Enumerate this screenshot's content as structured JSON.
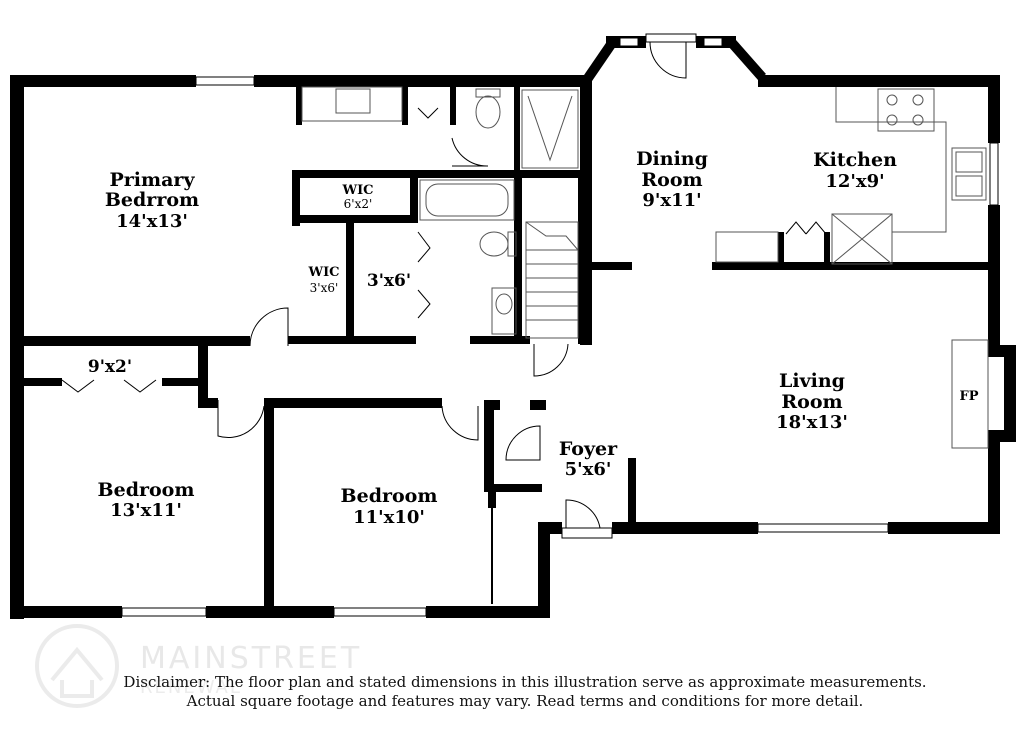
{
  "rooms": {
    "primary_bedroom": {
      "name_line1": "Primary",
      "name_line2": "Bedrrom",
      "dim": "14'x13'"
    },
    "wic_top": {
      "name": "WIC",
      "dim": "6'x2'"
    },
    "wic_left": {
      "name": "WIC",
      "dim": "3'x6'"
    },
    "closet_mid": {
      "dim": "3'x6'"
    },
    "hall_closet": {
      "dim": "9'x2'"
    },
    "dining_room": {
      "name_line1": "Dining",
      "name_line2": "Room",
      "dim": "9'x11'"
    },
    "kitchen": {
      "name": "Kitchen",
      "dim": "12'x9'"
    },
    "living_room": {
      "name_line1": "Living",
      "name_line2": "Room",
      "dim": "18'x13'"
    },
    "fireplace": {
      "name": "FP"
    },
    "foyer": {
      "name": "Foyer",
      "dim": "5'x6'"
    },
    "bedroom_left": {
      "name": "Bedroom",
      "dim": "13'x11'"
    },
    "bedroom_mid": {
      "name": "Bedroom",
      "dim": "11'x10'"
    }
  },
  "logo": {
    "brand": "MAINSTREET",
    "sub": "RENEWAL"
  },
  "disclaimer": {
    "line1": "Disclaimer: The floor plan and stated dimensions in this illustration serve as approximate measurements.",
    "line2": "Actual square footage and features may vary. Read terms and conditions for more detail."
  },
  "colors": {
    "wall": "#000000",
    "fixture": "#555555",
    "logo": "#e6e6e6"
  }
}
